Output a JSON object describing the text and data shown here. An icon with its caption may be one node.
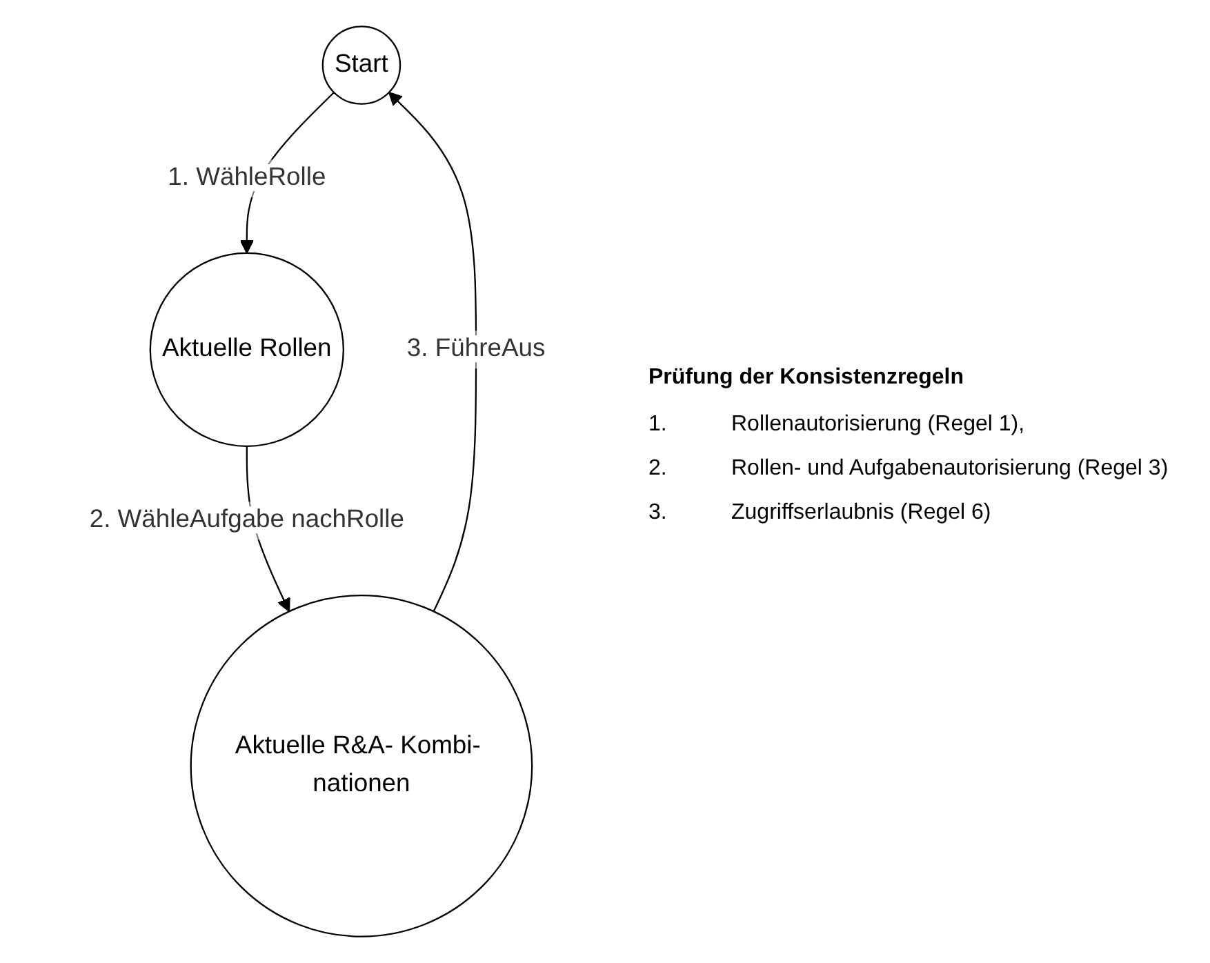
{
  "diagram": {
    "nodes": [
      {
        "text": [
          "Start"
        ]
      },
      {
        "text": [
          "Aktuelle Rollen"
        ]
      },
      {
        "text": [
          "Aktuelle R&A- Kombi- nationen"
        ]
      }
    ],
    "edges": [
      {
        "from": 0,
        "to": 1,
        "arrow": "to",
        "label": "1. WähleRolle"
      },
      {
        "from": 1,
        "to": 2,
        "arrow": "to",
        "label": "2. WähleAufgabe nachRolle"
      },
      {
        "from": 2,
        "to": 0,
        "arrow": "to",
        "label": "3. FühreAus"
      }
    ],
    "labels": [
      "Prüfung der Konsistenzregeln",
      "1.",
      "Rollenautorisierung (Regel 1),",
      "2.",
      "Rollen- und Aufgabenautorisierung (Regel 3)",
      "3.",
      "Zugriffserlaubnis (Regel 6)"
    ]
  }
}
